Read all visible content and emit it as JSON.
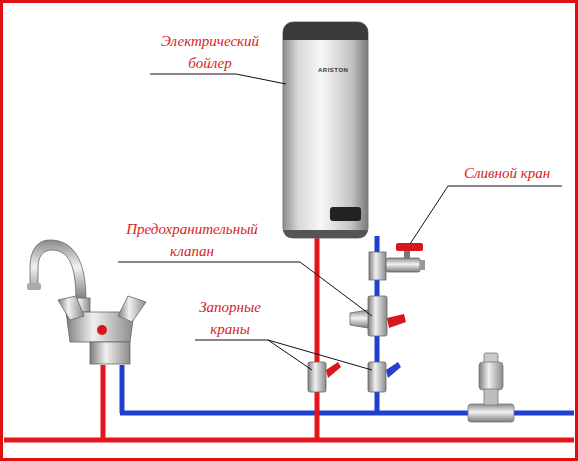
{
  "diagram": {
    "labels": [
      "Электрический бойлер",
      "Сливной кран",
      "Предохранительный клапан",
      "Запорные краны",
      "ARISTON"
    ]
  }
}
